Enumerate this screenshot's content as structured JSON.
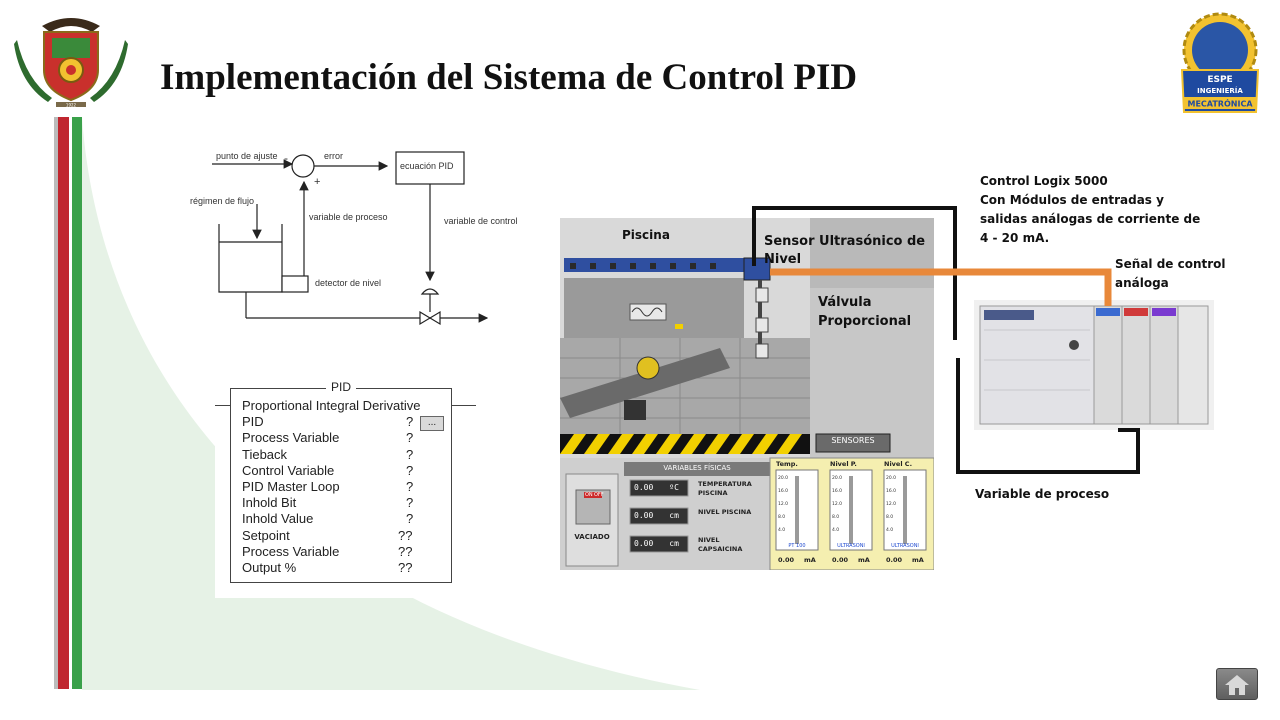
{
  "title": "Implementación del Sistema de Control PID",
  "logo_left": {
    "icon": "coat-of-arms-icon",
    "motto": "1922"
  },
  "logo_right": {
    "icon": "espe-gear-logo-icon",
    "line1": "ESPE",
    "line2": "INGENIERÍA",
    "line3": "MECATRÓNICA"
  },
  "diagram": {
    "setpoint": "punto de ajuste",
    "minus": "-",
    "plus": "+",
    "error": "error",
    "pid_equation": "ecuación PID",
    "flow_regime": "régimen de flujo",
    "process_variable": "variable de proceso",
    "control_variable": "variable de control",
    "level_detector": "detector de nivel"
  },
  "pid_block": {
    "header": "PID",
    "rows": [
      {
        "label": "Proportional Integral Derivative",
        "value": ""
      },
      {
        "label": "PID",
        "value": "?"
      },
      {
        "label": "Process Variable",
        "value": "?"
      },
      {
        "label": "Tieback",
        "value": "?"
      },
      {
        "label": "Control Variable",
        "value": "?"
      },
      {
        "label": "PID Master Loop",
        "value": "?"
      },
      {
        "label": "Inhold Bit",
        "value": "?"
      },
      {
        "label": "Inhold Value",
        "value": "?"
      },
      {
        "label": "Setpoint",
        "value": "??"
      },
      {
        "label": "Process Variable",
        "value": "??"
      },
      {
        "label": "Output %",
        "value": "??"
      }
    ],
    "browse_button": "..."
  },
  "hmi": {
    "pool_label": "Piscina",
    "sensors_button": "SENSORES",
    "variables_header": "VARIABLES FÍSICAS",
    "readouts": [
      {
        "value": "0.00",
        "unit": "ºC",
        "label": "TEMPERATURA PISCINA"
      },
      {
        "value": "0.00",
        "unit": "cm",
        "label": "NIVEL PISCINA"
      },
      {
        "value": "0.00",
        "unit": "cm",
        "label": "NIVEL CAPSAICINA"
      }
    ],
    "switch_on": "ON",
    "switch_off": "OFF",
    "drain_label": "VACIADO",
    "gauges": [
      {
        "title": "Temp.",
        "tag": "PT 100",
        "value": "0.00",
        "unit": "mA"
      },
      {
        "title": "Nivel P.",
        "tag": "ULTRASONI",
        "value": "0.00",
        "unit": "mA"
      },
      {
        "title": "Nivel C.",
        "tag": "ULTRASONI",
        "value": "0.00",
        "unit": "mA"
      }
    ],
    "gauge_ticks": [
      "20.0",
      "16.0",
      "12.0",
      "8.0",
      "4.0"
    ]
  },
  "labels": {
    "sensor": "Sensor Ultrasónico de Nivel",
    "valve_1": "Válvula",
    "valve_2": "Proporcional",
    "controller_1": "Control Logix 5000",
    "controller_2": "Con Módulos de entradas y",
    "controller_3": "salidas análogas de corriente de",
    "controller_4": "4 - 20 mA.",
    "signal_1": "Señal de control",
    "signal_2": "análoga",
    "process_variable": "Variable de proceso"
  },
  "colors": {
    "red_stripe": "#c0262f",
    "green_stripe": "#3aa14a",
    "signal_line": "#e8883a",
    "hmi_yellow": "#f5efb0"
  },
  "nav": {
    "home_icon": "home-icon"
  }
}
